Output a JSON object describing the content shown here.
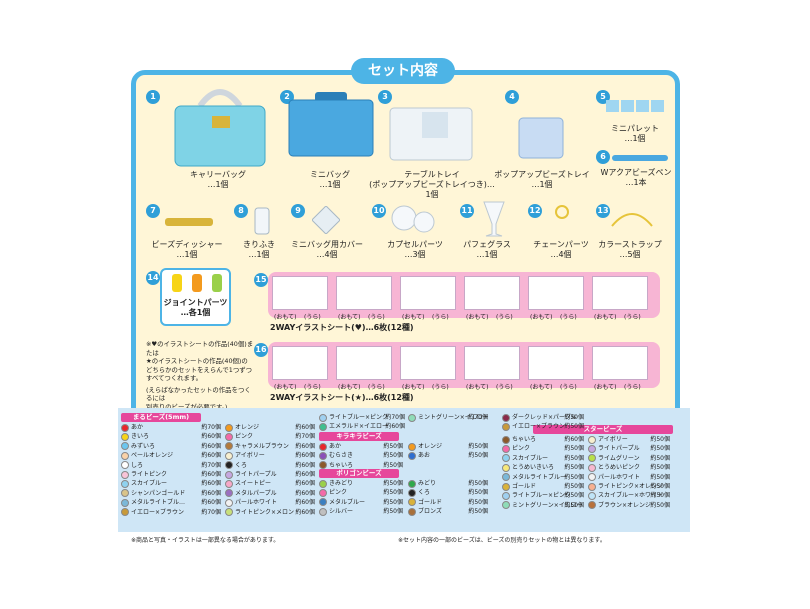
{
  "title": "セット内容",
  "items": [
    {
      "num": "1",
      "name": "キャリーバッグ",
      "qty": "…1個"
    },
    {
      "num": "2",
      "name": "ミニバッグ",
      "qty": "…1個"
    },
    {
      "num": "3",
      "name": "テーブルトレイ",
      "sub": "(ポップアップビーズトレイつき)",
      "qty": "…1個"
    },
    {
      "num": "4",
      "name": "ポップアップビーズトレイ",
      "qty": "…1個"
    },
    {
      "num": "5",
      "name": "ミニパレット",
      "qty": "…1個"
    },
    {
      "num": "6",
      "name": "Wアクアビーズペン",
      "qty": "…1本"
    },
    {
      "num": "7",
      "name": "ビーズディッシャー",
      "qty": "…1個"
    },
    {
      "num": "8",
      "name": "きりふき",
      "qty": "…1個"
    },
    {
      "num": "9",
      "name": "ミニバッグ用カバー",
      "qty": "…4個"
    },
    {
      "num": "10",
      "name": "カプセルパーツ",
      "qty": "…3個"
    },
    {
      "num": "11",
      "name": "パフェグラス",
      "qty": "…1個"
    },
    {
      "num": "12",
      "name": "チェーンパーツ",
      "qty": "…4個"
    },
    {
      "num": "13",
      "name": "カラーストラップ",
      "qty": "…5個"
    },
    {
      "num": "14",
      "name": "ジョイントパーツ",
      "qty": "…各1個"
    },
    {
      "num": "15",
      "name": "2WAYイラストシート(♥)",
      "qty": "…6枚(12種)"
    },
    {
      "num": "16",
      "name": "2WAYイラストシート(★)",
      "qty": "…6枚(12種)"
    }
  ],
  "card_labels": {
    "front": "(おもて)",
    "back": "(うら)"
  },
  "note": {
    "line1": "※♥のイラストシートの作品(40個)または",
    "line2": "★のイラストシートの作品(40個)の",
    "line3": "どちらかのセットをえらんで1つずつ",
    "line4": "すべてつくれます。",
    "line5": "(えらばなかったセットの作品をつくるには",
    "line6": "別売りのビーズが必要です。)"
  },
  "bead_sections": {
    "maru": "まるビーズ(5mm)",
    "kirakira": "キラキラビーズ",
    "polygon": "ポリゴンビーズ",
    "star": "スタービーズ"
  },
  "beads_col1": [
    {
      "name": "あか",
      "qty": "約70個",
      "color": "#e8262c"
    },
    {
      "name": "きいろ",
      "qty": "約60個",
      "color": "#f7d417"
    },
    {
      "name": "みずいろ",
      "qty": "約60個",
      "color": "#6cc6ef"
    },
    {
      "name": "ペールオレンジ",
      "qty": "約60個",
      "color": "#f9d2a8"
    },
    {
      "name": "しろ",
      "qty": "約70個",
      "color": "#ffffff"
    },
    {
      "name": "ライトピンク",
      "qty": "約60個",
      "color": "#f7c3d8"
    },
    {
      "name": "スカイブルー",
      "qty": "約60個",
      "color": "#8fd2f0"
    },
    {
      "name": "シャンパンゴールド",
      "qty": "約60個",
      "color": "#d9c48a"
    },
    {
      "name": "メタルライトブル…",
      "qty": "約60個",
      "color": "#7bb8d8"
    },
    {
      "name": "イエロー×ブラウン",
      "qty": "約70個",
      "color": "#c89a3a"
    }
  ],
  "beads_col2": [
    {
      "name": "オレンジ",
      "qty": "約60個",
      "color": "#f39a1e"
    },
    {
      "name": "ピンク",
      "qty": "約70個",
      "color": "#f36aa8"
    },
    {
      "name": "キャラメルブラウン",
      "qty": "約60個",
      "color": "#b37a3b"
    },
    {
      "name": "アイボリー",
      "qty": "約60個",
      "color": "#f7efcf"
    },
    {
      "name": "くろ",
      "qty": "約60個",
      "color": "#222222"
    },
    {
      "name": "ライトパープル",
      "qty": "約60個",
      "color": "#c6a7e0"
    },
    {
      "name": "スイートピー",
      "qty": "約60個",
      "color": "#f7a8c8"
    },
    {
      "name": "メタルパープル",
      "qty": "約60個",
      "color": "#9b6fc0"
    },
    {
      "name": "パールホワイト",
      "qty": "約60個",
      "color": "#f2f2f2"
    },
    {
      "name": "ライトピンク×メロン",
      "qty": "約60個",
      "color": "#c8e07a"
    }
  ],
  "beads_col3_top": [
    {
      "name": "ライトブルー×ピンク",
      "qty": "約70個",
      "color": "#9fd0f0"
    },
    {
      "name": "エメラルド×イエロー",
      "qty": "約60個",
      "color": "#3fbf8f"
    }
  ],
  "beads_col3_kira": [
    {
      "name": "あか",
      "qty": "約50個",
      "color": "#e8262c"
    },
    {
      "name": "むらさき",
      "qty": "約50個",
      "color": "#8a4fb8"
    },
    {
      "name": "ちゃいろ",
      "qty": "約50個",
      "color": "#8b5a2b"
    }
  ],
  "beads_col3_kira_b": [
    {
      "name": "オレンジ",
      "qty": "約50個",
      "color": "#f39a1e"
    },
    {
      "name": "あお",
      "qty": "約50個",
      "color": "#2f6fd0"
    }
  ],
  "beads_col3_poly": [
    {
      "name": "きみどり",
      "qty": "約50個",
      "color": "#9ad04a"
    },
    {
      "name": "ピンク",
      "qty": "約50個",
      "color": "#f36aa8"
    },
    {
      "name": "メタルブルー",
      "qty": "約50個",
      "color": "#3a7fc0"
    },
    {
      "name": "シルバー",
      "qty": "約50個",
      "color": "#c0c0c0"
    }
  ],
  "beads_col3_poly_b": [
    {
      "name": "みどり",
      "qty": "約50個",
      "color": "#2fa84a"
    },
    {
      "name": "くろ",
      "qty": "約50個",
      "color": "#222222"
    },
    {
      "name": "ゴールド",
      "qty": "約50個",
      "color": "#d9b23a"
    },
    {
      "name": "ブロンズ",
      "qty": "約50個",
      "color": "#a8703a"
    }
  ],
  "beads_col3_c": [
    {
      "name": "ミントグリーン×イエロー",
      "qty": "約70個",
      "color": "#8fdcb8"
    }
  ],
  "beads_col4_top": [
    {
      "name": "ダークレッド×パープル",
      "qty": "約50個",
      "color": "#8a2a4a"
    },
    {
      "name": "イエロー×ブラウン",
      "qty": "約50個",
      "color": "#c89a3a"
    }
  ],
  "beads_col4_star": [
    {
      "name": "ちゃいろ",
      "qty": "約60個",
      "color": "#8b5a2b"
    },
    {
      "name": "ピンク",
      "qty": "約50個",
      "color": "#f36aa8"
    },
    {
      "name": "スカイブルー",
      "qty": "約50個",
      "color": "#8fd2f0"
    },
    {
      "name": "とうめいきいろ",
      "qty": "約50個",
      "color": "#f7e87a"
    },
    {
      "name": "メタルライトブルー",
      "qty": "約50個",
      "color": "#7bb8d8"
    },
    {
      "name": "ゴールド",
      "qty": "約50個",
      "color": "#d9b23a"
    },
    {
      "name": "ライトブルー×ピンク",
      "qty": "約50個",
      "color": "#9fd0f0"
    },
    {
      "name": "ミントグリーン×イエロー",
      "qty": "約50個",
      "color": "#8fdcb8"
    }
  ],
  "beads_col5_star": [
    {
      "name": "アイボリー",
      "qty": "約50個",
      "color": "#f7efcf"
    },
    {
      "name": "ライトパープル",
      "qty": "約50個",
      "color": "#c6a7e0"
    },
    {
      "name": "ライムグリーン",
      "qty": "約50個",
      "color": "#b8e04a"
    },
    {
      "name": "とうめいピンク",
      "qty": "約50個",
      "color": "#f7b8d0"
    },
    {
      "name": "パールホワイト",
      "qty": "約50個",
      "color": "#f2f2f2"
    },
    {
      "name": "ライトピンク×オレンジ",
      "qty": "約50個",
      "color": "#f7b090"
    },
    {
      "name": "スカイブルー×ホワイト",
      "qty": "約50個",
      "color": "#bfe4f7"
    },
    {
      "name": "ブラウン×オレンジ",
      "qty": "約50個",
      "color": "#b8703a"
    }
  ],
  "footnotes": {
    "left": "※商品と写真・イラストは一部異なる場合があります。",
    "right": "※セット内容の一部のビーズは、ビーズの別売りセットの物とは異なります。"
  },
  "colors": {
    "accent": "#4db4e6",
    "pink": "#e6479b",
    "cream": "#fff6d7"
  }
}
